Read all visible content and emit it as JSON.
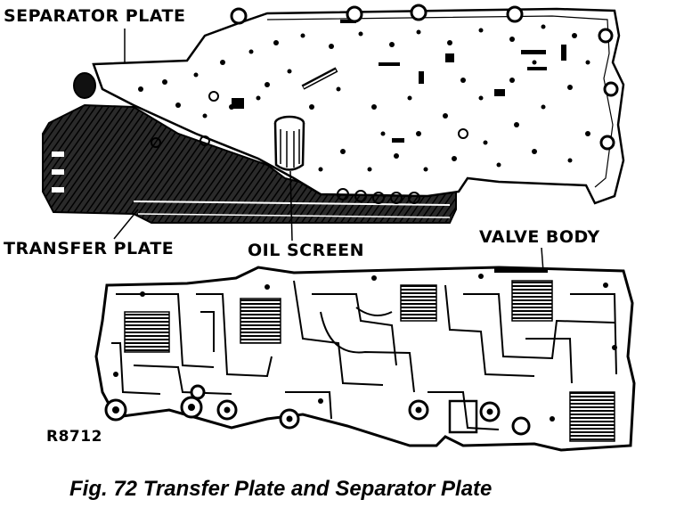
{
  "labels": {
    "separator_plate": "SEPARATOR PLATE",
    "transfer_plate": "TRANSFER PLATE",
    "oil_screen": "OIL SCREEN",
    "valve_body": "VALVE BODY",
    "figure_code": "R8712"
  },
  "caption": "Fig. 72 Transfer Plate and Separator Plate"
}
